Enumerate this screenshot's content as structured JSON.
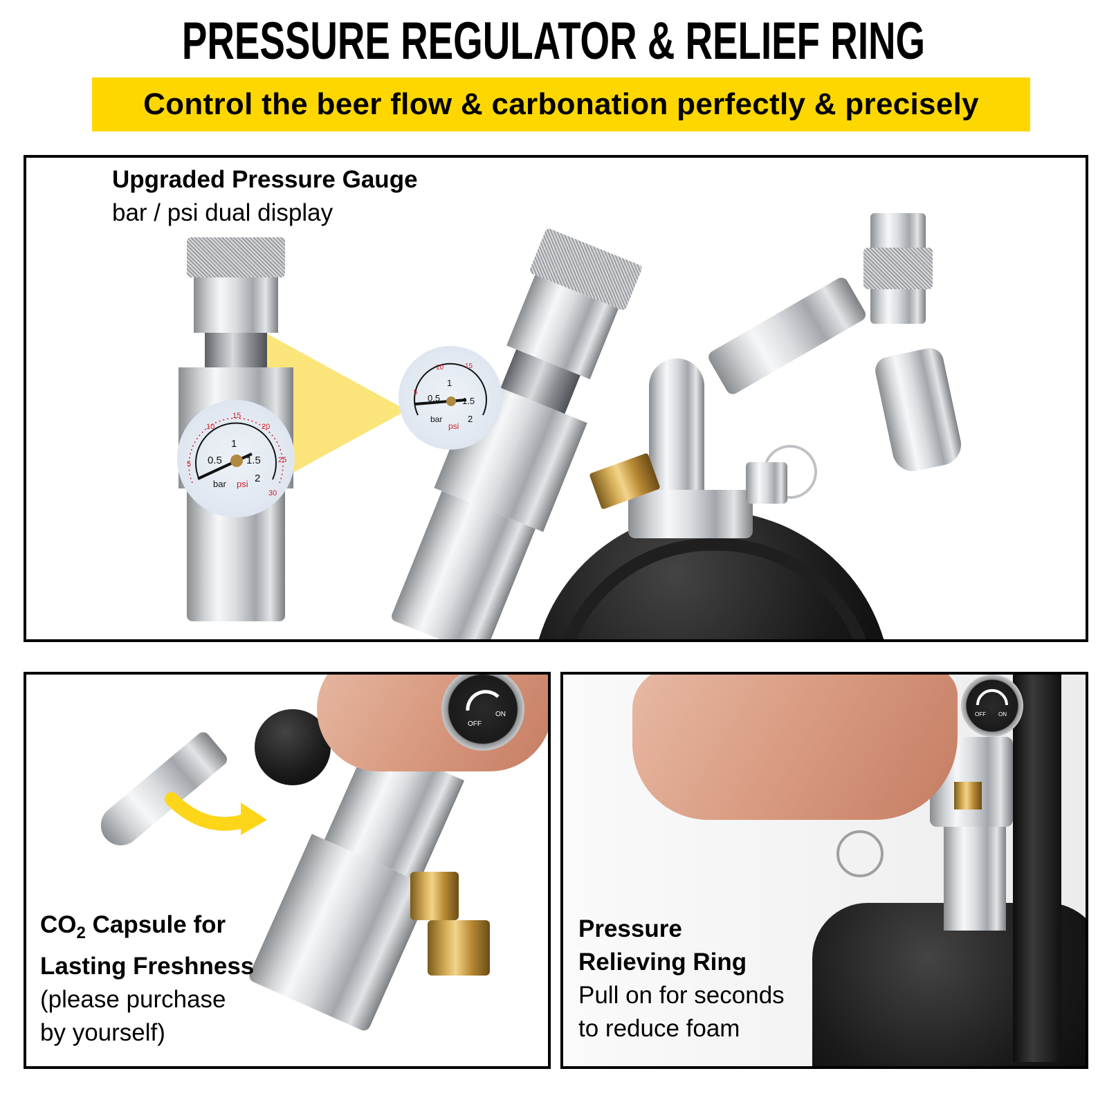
{
  "header": {
    "title": "PRESSURE REGULATOR & RELIEF RING",
    "subtitle": "Control the beer flow & carbonation perfectly & precisely",
    "subtitle_bg": "#fed700"
  },
  "panels": {
    "top": {
      "caption_title": "Upgraded Pressure Gauge",
      "caption_sub": "bar / psi dual display",
      "gauge": {
        "bar_labels": [
          "0.5",
          "1",
          "1.5",
          "2"
        ],
        "psi_labels": [
          "5",
          "10",
          "15",
          "20",
          "25",
          "30"
        ],
        "unit_bar": "bar",
        "unit_psi": "psi"
      }
    },
    "bottom_left": {
      "caption_title_line1_prefix": "CO",
      "caption_title_line1_sub": "2",
      "caption_title_line1_suffix": " Capsule for",
      "caption_title_line2": "Lasting Freshness",
      "caption_sub_line1": "(please purchase",
      "caption_sub_line2": "by yourself)",
      "knob_labels": {
        "off": "OFF",
        "on": "ON"
      }
    },
    "bottom_right": {
      "caption_title_line1": "Pressure",
      "caption_title_line2": "Relieving Ring",
      "caption_sub_line1": "Pull on for seconds",
      "caption_sub_line2": "to reduce foam",
      "knob_labels": {
        "off": "OFF",
        "on": "ON"
      }
    }
  },
  "colors": {
    "accent_yellow": "#fed700",
    "beam_yellow": "#fbe57a",
    "gauge_red": "#d0202a",
    "border": "#000000"
  }
}
